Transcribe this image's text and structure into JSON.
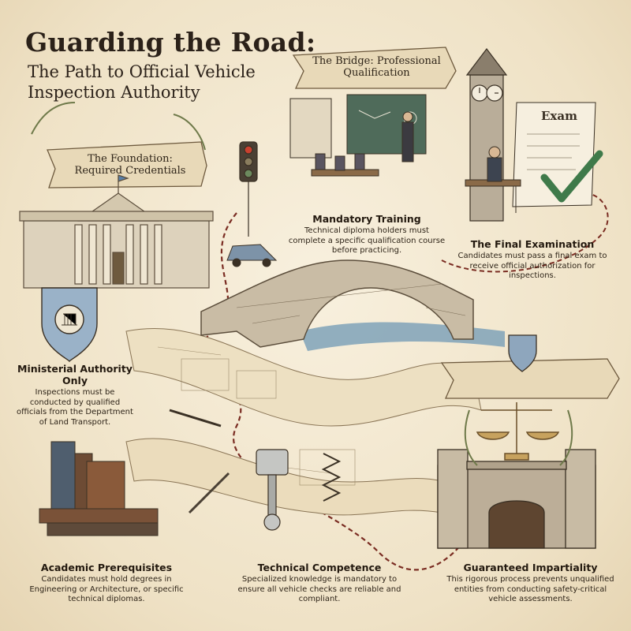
{
  "title": "Guarding the Road:",
  "subtitle": "The Path to Official Vehicle Inspection Authority",
  "banners": {
    "foundation": "The Foundation: Required Credentials",
    "bridge": "The Bridge: Professional Qualification"
  },
  "exam_sheet_label": "Exam",
  "steps": {
    "mandatory_training": {
      "heading": "Mandatory Training",
      "body": "Technical diploma holders must complete a specific qualification course before practicing."
    },
    "final_examination": {
      "heading": "The Final Examination",
      "body": "Candidates must pass a final exam to receive official authorization for inspections."
    },
    "ministerial_authority": {
      "heading": "Ministerial Authority Only",
      "body": "Inspections must be conducted by qualified officials from the Department of Land Transport."
    },
    "academic_prerequisites": {
      "heading": "Academic Prerequisites",
      "body": "Candidates must hold degrees in Engineering or Architecture, or specific technical diplomas."
    },
    "technical_competence": {
      "heading": "Technical Competence",
      "body": "Specialized knowledge is mandatory to ensure all vehicle checks are reliable and compliant."
    },
    "guaranteed_impartiality": {
      "heading": "Guaranteed Impartiality",
      "body": "This rigorous process prevents unqualified entities from conducting safety-critical vehicle assessments."
    }
  },
  "colors": {
    "parchment": "#f3e9d4",
    "ink": "#2e2418",
    "stone": "#b9ad99",
    "water": "#7fa2b8",
    "check_green": "#3f7a4a",
    "ribbon": "#e8d9b8"
  }
}
